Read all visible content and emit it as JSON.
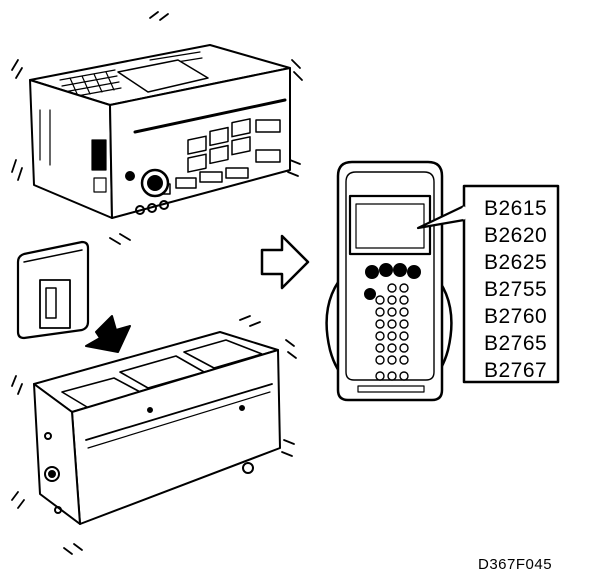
{
  "dtc_codes": [
    "B2615",
    "B2620",
    "B2625",
    "B2755",
    "B2760",
    "B2765",
    "B2767"
  ],
  "figure_id": "D367F045",
  "colors": {
    "ink": "#000000",
    "paper": "#ffffff"
  }
}
